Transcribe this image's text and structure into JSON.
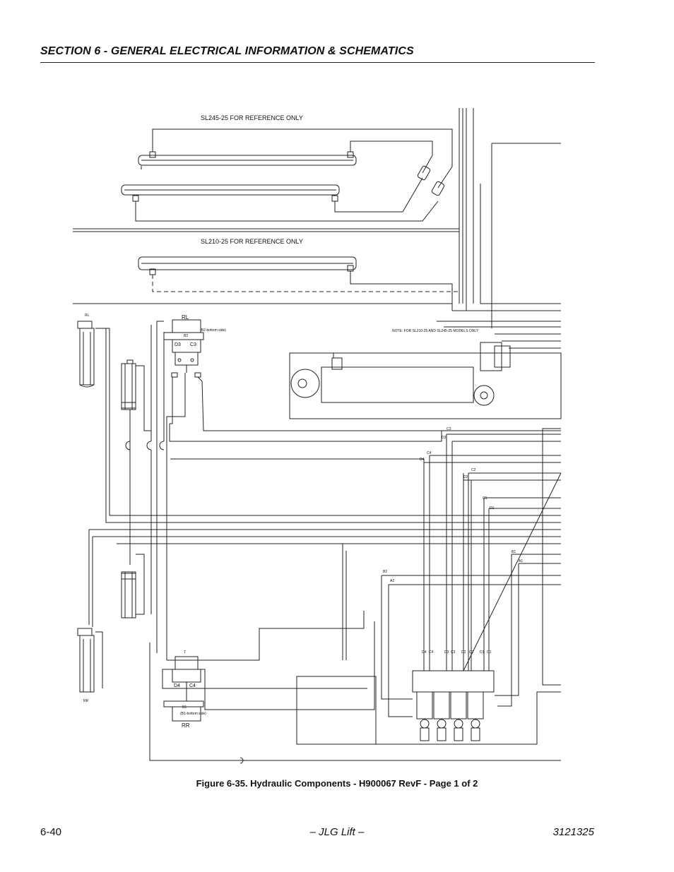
{
  "header": {
    "section_title": "SECTION 6 - GENERAL ELECTRICAL INFORMATION & SCHEMATICS"
  },
  "diagram": {
    "label_sl245": "SL245-25 FOR REFERENCE ONLY",
    "label_sl210": "SL210-25 FOR REFERENCE ONLY",
    "label_rl": "RL",
    "label_rr": "RR",
    "label_rl_small": "RL",
    "label_rr_small": "RR",
    "label_b2_bottom": "(B2-bottom side)",
    "label_b1_bottom": "(B1-bottom side)",
    "label_b2": "B2",
    "label_b1": "B1",
    "label_d3": "D3",
    "label_c3": "C3",
    "label_d4": "D4",
    "label_c4": "C4",
    "label_t": "T",
    "note": "NOTE: FOR SL210-25 AND SL245-25 MODELS ONLY",
    "line_c3": "C3",
    "line_d3": "D3",
    "line_c4": "C4",
    "line_d4": "D4",
    "line_c2": "C2",
    "line_d2": "D2",
    "line_c1": "C1",
    "line_d1": "D1",
    "line_b1": "B1",
    "line_a1": "A1",
    "line_b2": "B2",
    "line_a2": "A2",
    "port_labels": [
      "D4",
      "C4",
      "D3",
      "C3",
      "D2",
      "C2",
      "D1",
      "C1"
    ]
  },
  "caption": "Figure 6-35.  Hydraulic Components - H900067 RevF - Page 1 of 2",
  "footer": {
    "page_number": "6-40",
    "center": "– JLG Lift –",
    "doc_number": "3121325"
  }
}
